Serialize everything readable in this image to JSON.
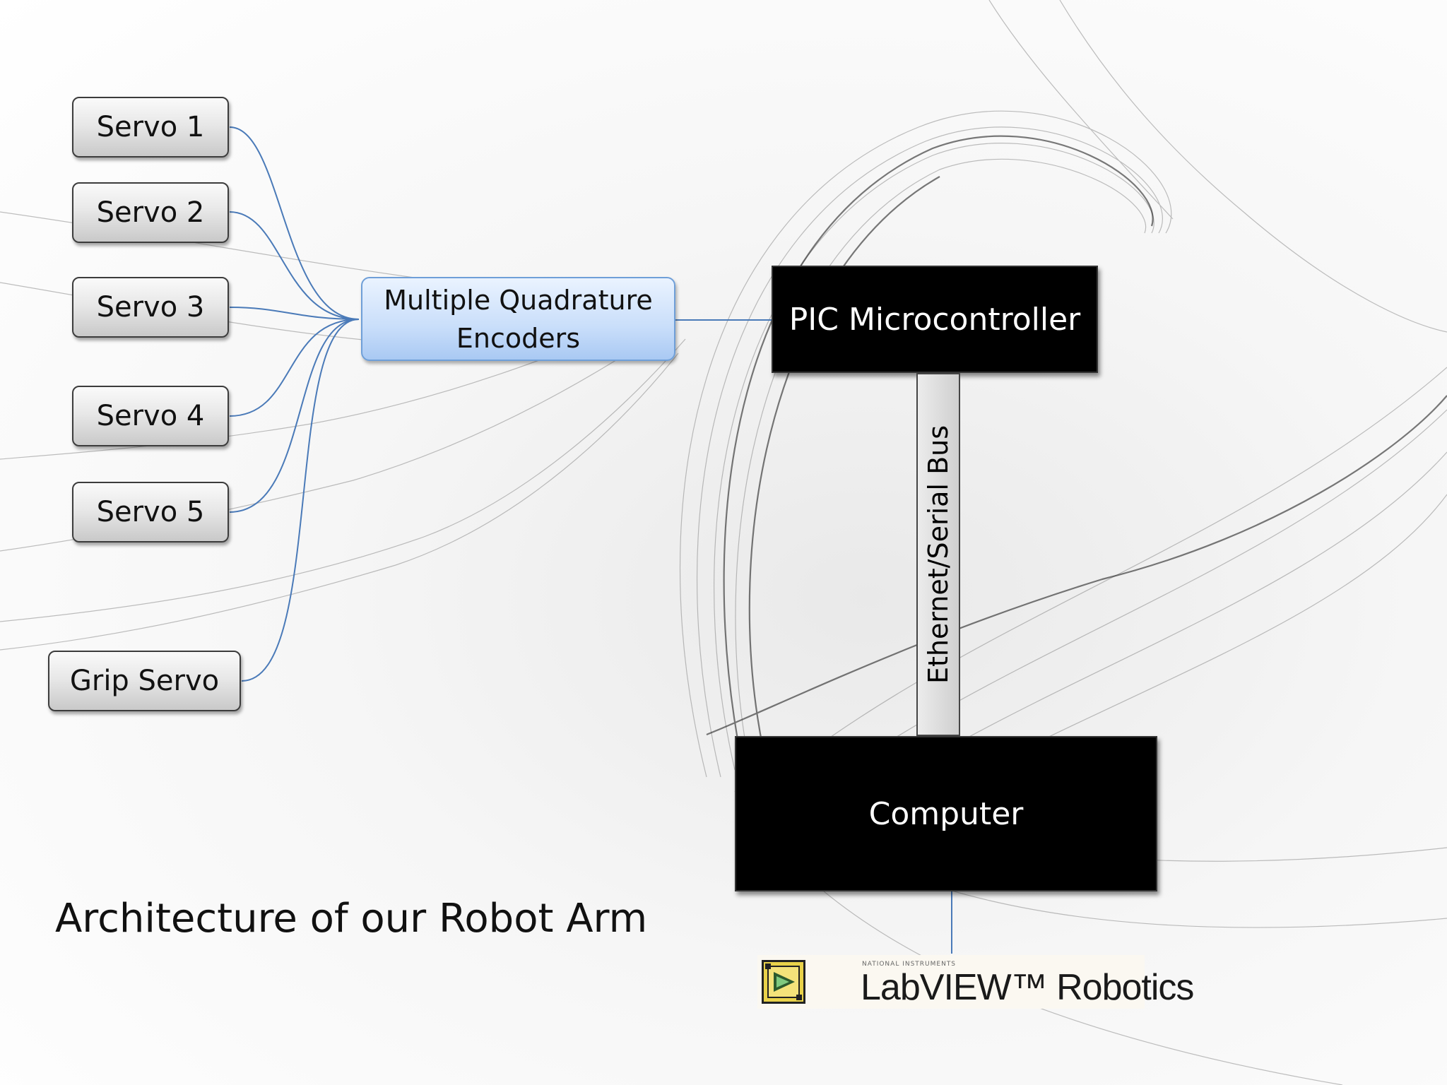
{
  "title": "Architecture of our Robot Arm",
  "servos": [
    "Servo 1",
    "Servo 2",
    "Servo 3",
    "Servo 4",
    "Servo 5",
    "Grip Servo"
  ],
  "encoder": {
    "label": "Multiple Quadrature\nEncoders"
  },
  "microcontroller": {
    "label": "PIC Microcontroller"
  },
  "bus": {
    "label": "Ethernet/Serial Bus"
  },
  "computer": {
    "label": "Computer"
  },
  "logo": {
    "small_text": "NATIONAL INSTRUMENTS",
    "label": "LabVIEW™ Robotics"
  },
  "colors": {
    "connector": "#4a7ab8",
    "encoder_border": "#6f9fd8",
    "box": "#000000"
  }
}
